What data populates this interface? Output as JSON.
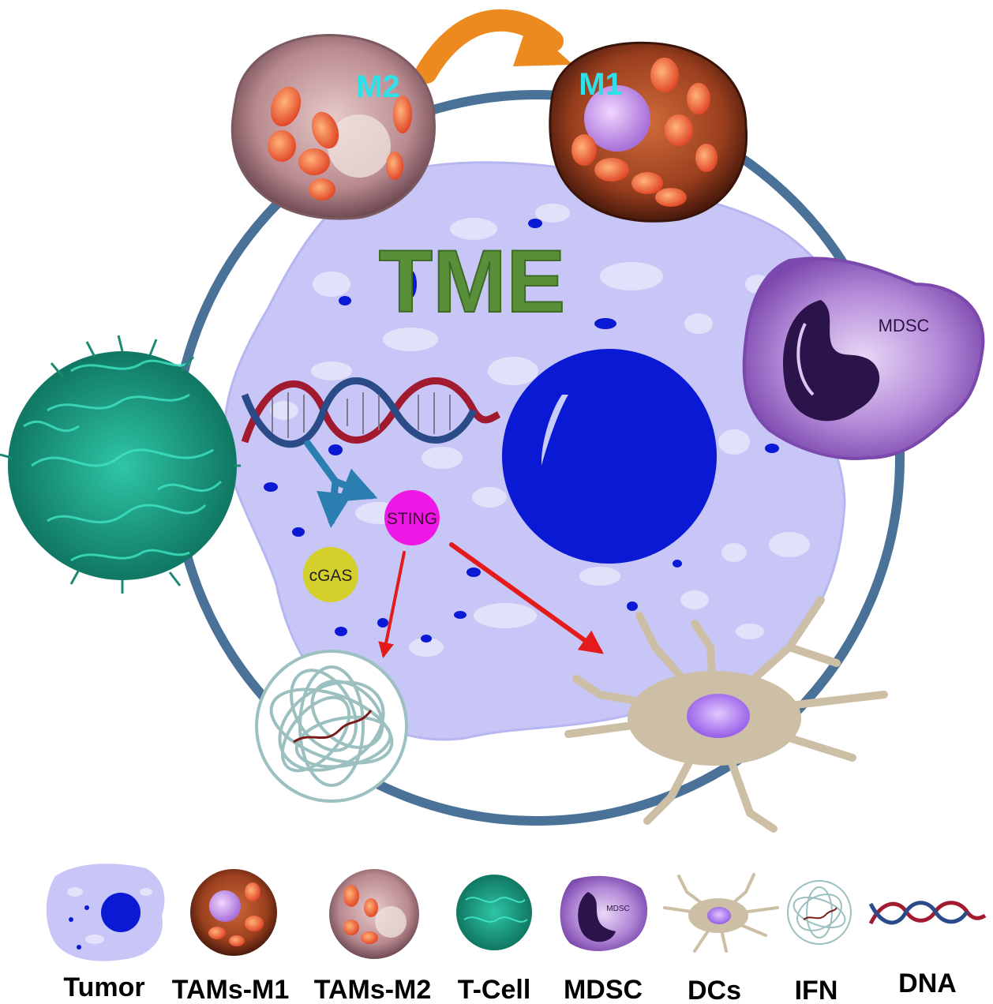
{
  "center_title": "TME",
  "labels": {
    "m2": "M2",
    "m1": "M1",
    "mdsc_cell": "MDSC",
    "sting": "STING",
    "cgas": "cGAS"
  },
  "legend": {
    "items": [
      {
        "label": "Tumor",
        "icon": "tumor-cell-icon"
      },
      {
        "label": "TAMs-M1",
        "icon": "macrophage-m1-icon"
      },
      {
        "label": "TAMs-M2",
        "icon": "macrophage-m2-icon"
      },
      {
        "label": "T-Cell",
        "icon": "t-cell-icon"
      },
      {
        "label": "MDSC",
        "icon": "mdsc-icon",
        "icon_text": "MDSC"
      },
      {
        "label": "DCs",
        "icon": "dendritic-cell-icon"
      },
      {
        "label": "IFN",
        "icon": "ifn-icon"
      },
      {
        "label": "DNA",
        "icon": "dna-helix-icon"
      }
    ]
  },
  "colors": {
    "ring": "#4a7197",
    "tumor_fill": "#c7c6f7",
    "nucleus": "#0a1ad4",
    "title_green": "#5a8f3a",
    "m_label": "#2fe0e8",
    "orange_arrow": "#ec8a1f",
    "red_arrow": "#e31b1b",
    "teal_arrow": "#2a7fb0",
    "sting": "#ee17e5",
    "cgas": "#d4cf2a",
    "tcell": "#1fa88d",
    "mdsc": "#9d6cc9",
    "dc_body": "#cdbfa5",
    "dc_nucleus": "#a76ff0"
  }
}
